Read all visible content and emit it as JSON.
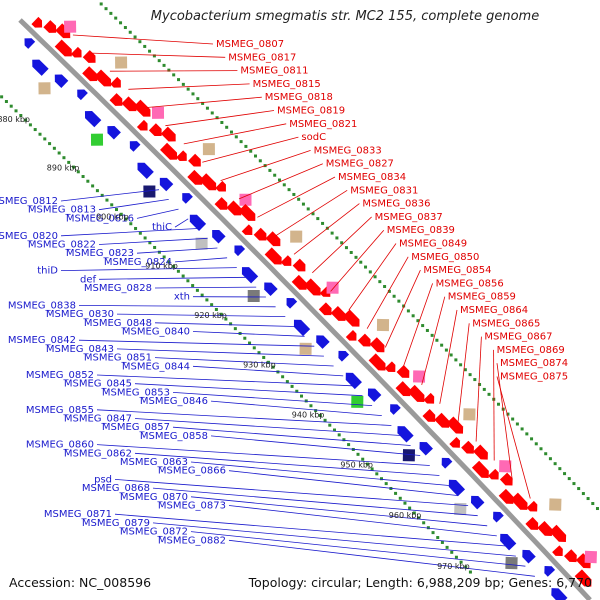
{
  "title": "Mycobacterium smegmatis str. MC2 155, complete genome",
  "accession": "Accession: NC_008596",
  "summary": "Topology: circular; Length: 6,988,209 bp; Genes: 6,770",
  "kbp_ticks": [
    "880 kbp",
    "890 kbp",
    "900 kbp",
    "910 kbp",
    "920 kbp",
    "930 kbp",
    "940 kbp",
    "950 kbp",
    "960 kbp",
    "970 kbp"
  ],
  "forward_labels": [
    "MSMEG_0807",
    "MSMEG_0817",
    "MSMEG_0811",
    "MSMEG_0815",
    "MSMEG_0818",
    "MSMEG_0819",
    "MSMEG_0821",
    "sodC",
    "MSMEG_0833",
    "MSMEG_0827",
    "MSMEG_0834",
    "MSMEG_0831",
    "MSMEG_0836",
    "MSMEG_0837",
    "MSMEG_0839",
    "MSMEG_0849",
    "MSMEG_0850",
    "MSMEG_0854",
    "MSMEG_0856",
    "MSMEG_0859",
    "MSMEG_0864",
    "MSMEG_0865",
    "MSMEG_0867",
    "MSMEG_0869",
    "MSMEG_0874",
    "MSMEG_0875"
  ],
  "reverse_labels": [
    "MSMEG_0812",
    "MSMEG_0813",
    "MSMEG_0816",
    "thiC",
    "MSMEG_0820",
    "MSMEG_0822",
    "MSMEG_0823",
    "MSMEG_0824",
    "thiD",
    "def",
    "MSMEG_0828",
    "xth",
    "MSMEG_0838",
    "MSMEG_0830",
    "MSMEG_0848",
    "MSMEG_0840",
    "MSMEG_0842",
    "MSMEG_0843",
    "MSMEG_0851",
    "MSMEG_0844",
    "MSMEG_0852",
    "MSMEG_0845",
    "MSMEG_0853",
    "MSMEG_0846",
    "MSMEG_0855",
    "MSMEG_0847",
    "MSMEG_0857",
    "MSMEG_0858",
    "MSMEG_0860",
    "MSMEG_0862",
    "MSMEG_0863",
    "MSMEG_0866",
    "psd",
    "MSMEG_0868",
    "MSMEG_0870",
    "MSMEG_0873",
    "MSMEG_0871",
    "MSMEG_0879",
    "MSMEG_0872",
    "MSMEG_0882"
  ],
  "colors": {
    "forward": "#ff0000",
    "reverse": "#1515dd",
    "backbone": "#9a9a9a",
    "dots": "#2e8b2e",
    "label_forward": "#e00000",
    "label_reverse": "#1a1acc"
  }
}
